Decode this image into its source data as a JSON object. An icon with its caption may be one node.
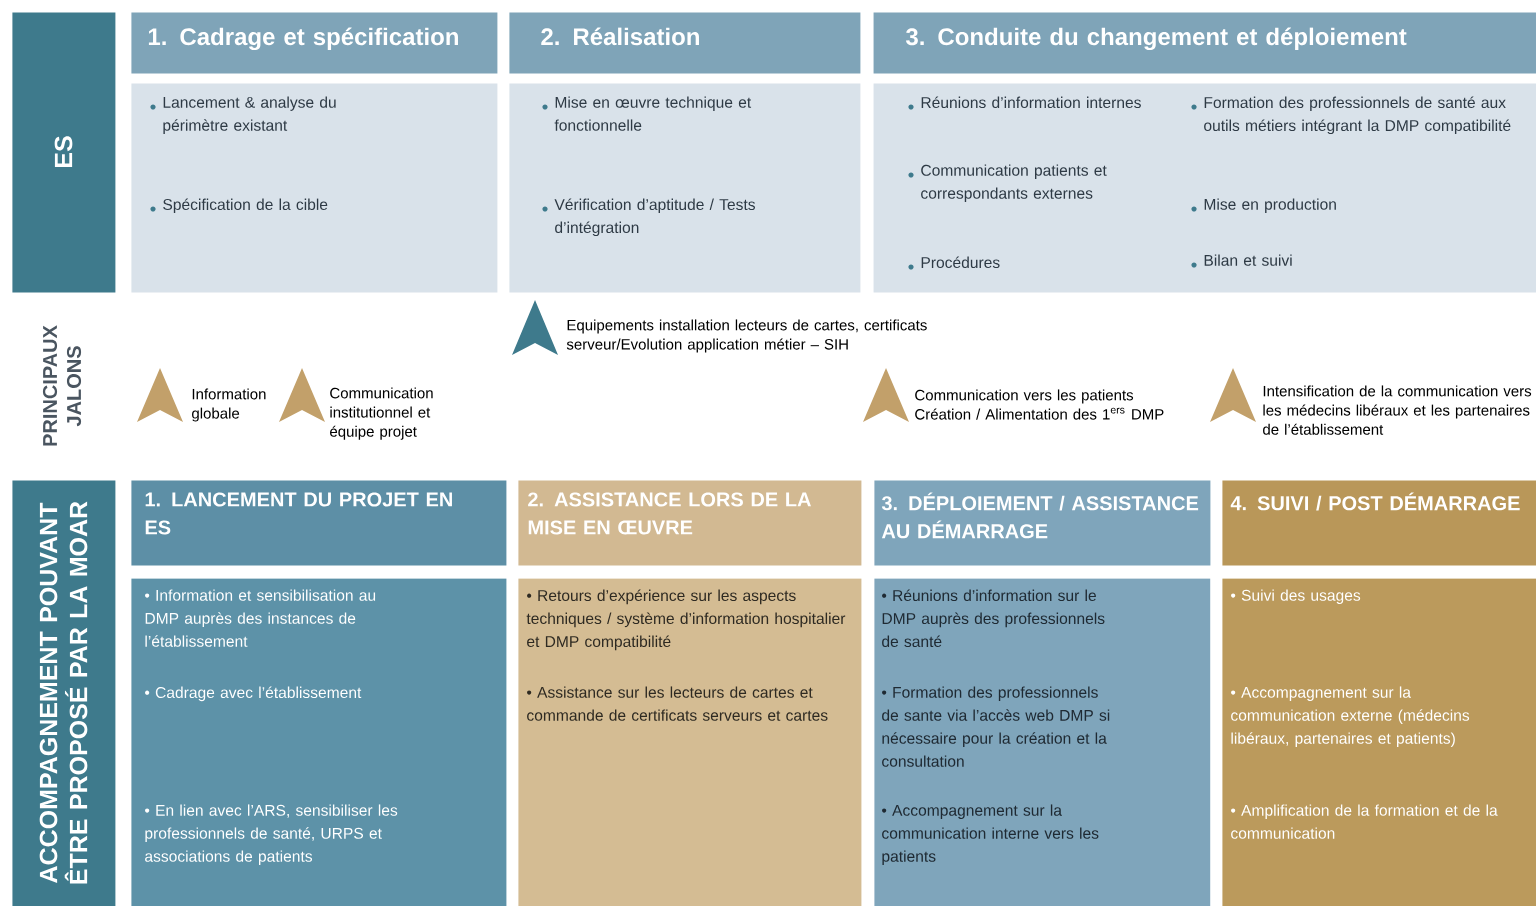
{
  "diagram": {
    "nodes": [
      {
        "text": [
          "ES"
        ]
      },
      {
        "text": [
          "1. Cadrage et spécification"
        ]
      },
      {
        "text": [
          "Lancement & analyse du périmètre existant",
          "Spécification de la cible"
        ]
      },
      {
        "text": [
          "2. Réalisation"
        ]
      },
      {
        "text": [
          "Mise en œuvre technique et fonctionnelle",
          "Vérification d’aptitude / Tests d’intégration"
        ]
      },
      {
        "text": [
          "3. Conduite du changement et déploiement"
        ]
      },
      {
        "text": [
          "Réunions d’information internes",
          "Communication patients et correspondants externes",
          "Procédures",
          "Formation des professionnels de santé aux outils métiers intégrant la DMP compatibilité",
          "Mise en production",
          "Bilan et suivi"
        ]
      },
      {
        "text": [
          "ACCOMPAGNEMENT POUVANT ÊTRE PROPOSÉ PAR LA MOAR"
        ]
      },
      {
        "text": [
          "1. LANCEMENT DU PROJET EN ES"
        ]
      },
      {
        "text": [
          "• Information et sensibilisation au DMP auprès des instances de l’établissement",
          "• Cadrage avec l’établissement",
          "• En lien avec l’ARS, sensibiliser les professionnels de santé, URPS et associations de patients"
        ]
      },
      {
        "text": [
          "2. ASSISTANCE LORS DE LA MISE EN ŒUVRE"
        ]
      },
      {
        "text": [
          "• Retours d’expérience sur les aspects techniques / système d’information hospitalier et DMP compatibilité",
          "• Assistance sur les lecteurs de cartes et commande de certificats serveurs et cartes"
        ]
      },
      {
        "text": [
          "3. DÉPLOIEMENT / ASSISTANCE AU DÉMARRAGE"
        ]
      },
      {
        "text": [
          "• Réunions d’information sur le DMP auprès des professionnels de santé",
          "• Formation des professionnels de sante via l’accès web DMP si nécessaire pour la création et la consultation",
          "• Accompagnement sur la communication interne vers les patients"
        ]
      },
      {
        "text": [
          "4. SUIVI / POST DÉMARRAGE"
        ]
      },
      {
        "text": [
          "• Suivi des usages",
          "• Accompagnement sur la communication externe (médecins libéraux, partenaires et patients)",
          "• Amplification de la formation et de la communication"
        ]
      }
    ],
    "labels": [
      "PRINCIPAUX JALONS",
      "Information globale",
      "Communication institutionnel et équipe projet",
      "Equipements installation lecteurs de cartes, certificats serveur/Evolution application métier – SIH",
      "Communication vers les patients Création / Alimentation des 1$^{ers}$ DMP",
      "Intensification de la communication vers les médecins libéraux et les partenaires de l’établissement"
    ]
  }
}
